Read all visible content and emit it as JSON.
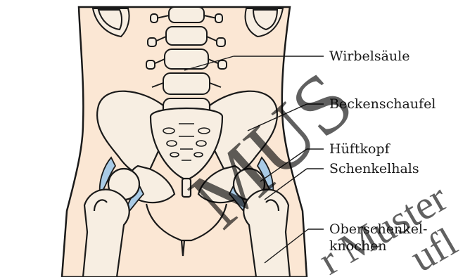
{
  "labels": {
    "spine": "Wirbelsäule",
    "iliac_wing": "Beckenschaufel",
    "femoral_head": "Hüftkopf",
    "femoral_neck": "Schenkelhals",
    "femur_line1": "Oberschenkel-",
    "femur_line2": "knochen"
  },
  "watermark": {
    "large": "MUS",
    "small": "r Muster",
    "small2": "ufl"
  },
  "colors": {
    "skin": "#fbe7d4",
    "bone": "#f7eee2",
    "cartilage": "#a9cbe6",
    "outline": "#1a1a1a"
  }
}
